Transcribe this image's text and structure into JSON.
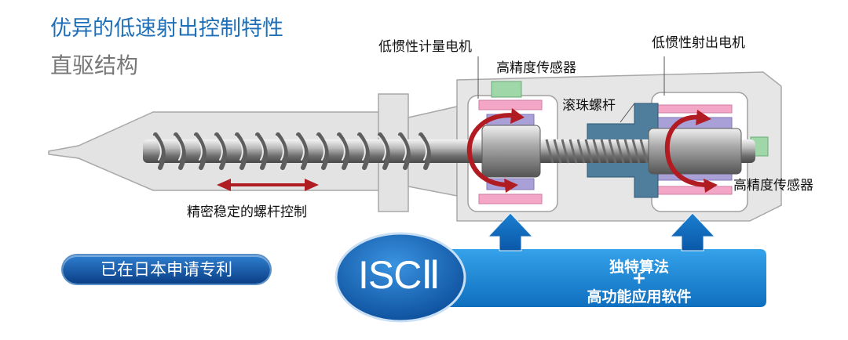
{
  "header": {
    "title": "优异的低速射出控制特性",
    "subtitle": "直驱结构"
  },
  "labels": {
    "metering_motor": "低惯性计量电机",
    "sensor_top": "高精度传感器",
    "injection_motor": "低惯性射出电机",
    "ball_screw": "滚珠螺杆",
    "sensor_right": "高精度传感器",
    "screw_control": "精密稳定的螺杆控制"
  },
  "badge": {
    "patent": "已在日本申请专利"
  },
  "isc": {
    "logo": "ISCⅡ",
    "line1": "独特算法",
    "plus": "+",
    "line2": "高功能应用软件"
  },
  "colors": {
    "title_blue": "#1f6fb8",
    "band_blue": "#1a8ad8",
    "arrow_red": "#b01c22",
    "sensor_green": "#9fd7a8",
    "coil_pink": "#f3a6c6",
    "coil_purple": "#a9a0d8",
    "nut_blue": "#4f7d9c"
  }
}
